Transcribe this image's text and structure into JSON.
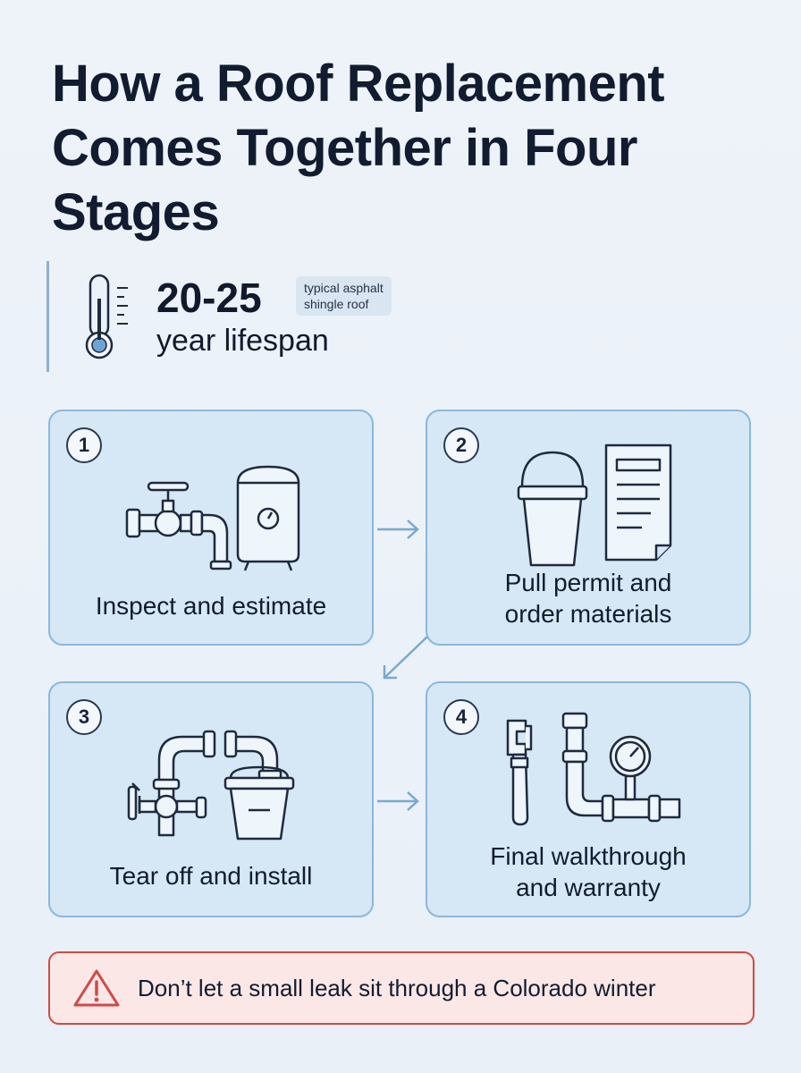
{
  "title": "How a Roof Replacement Comes Together in Four Stages",
  "stat": {
    "icon": "thermometer-icon",
    "value": "20-25",
    "note_line1": "typical asphalt",
    "note_line2": "shingle roof",
    "unit": "year lifespan"
  },
  "steps": [
    {
      "number": "1",
      "label": "Inspect and estimate",
      "icons": [
        "valve-pipe-icon",
        "water-heater-icon"
      ]
    },
    {
      "number": "2",
      "label_line1": "Pull permit and",
      "label_line2": "order materials",
      "icons": [
        "bucket-icon",
        "document-icon"
      ]
    },
    {
      "number": "3",
      "label": "Tear off and install",
      "icons": [
        "pipe-assembly-icon",
        "bucket-icon"
      ]
    },
    {
      "number": "4",
      "label_line1": "Final walkthrough",
      "label_line2": "and warranty",
      "icons": [
        "wrench-icon",
        "pressure-gauge-pipe-icon"
      ]
    }
  ],
  "warning": {
    "icon": "warning-triangle-icon",
    "text": "Don’t let a small leak sit through a Colorado winter"
  },
  "colors": {
    "card_fill": "#d6e8f5",
    "card_border": "#8ab8dc",
    "arrow": "#7aa9cf",
    "warning_border": "#cf4a47",
    "warning_fill": "#fbe7e6"
  }
}
